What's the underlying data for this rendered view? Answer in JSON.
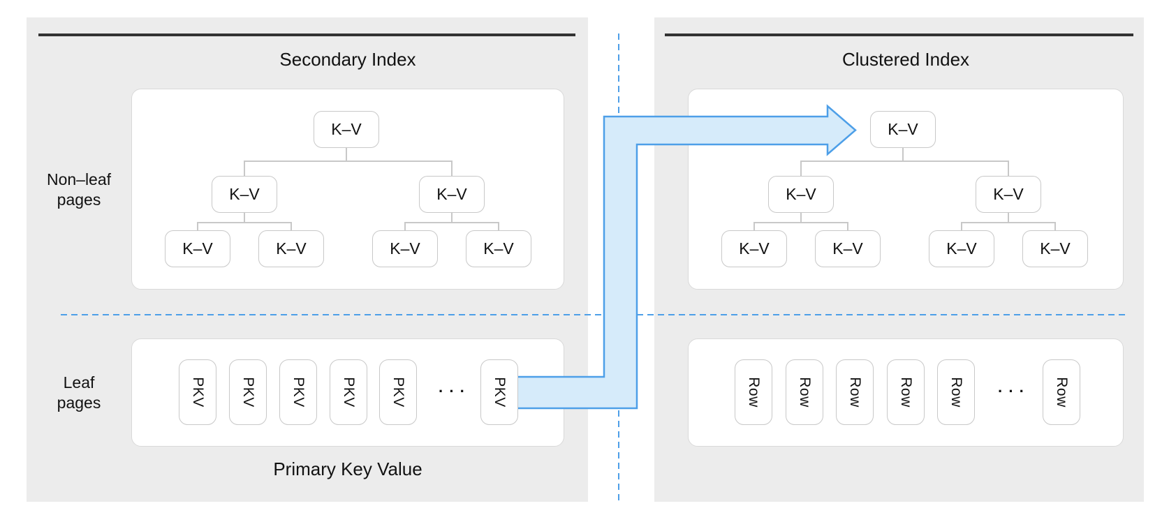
{
  "diagram": {
    "left": {
      "title": "Secondary Index",
      "side_labels": {
        "top": [
          "Non–leaf",
          "pages"
        ],
        "bottom": [
          "Leaf",
          "pages"
        ]
      },
      "tree": [
        "K–V",
        "K–V",
        "K–V",
        "K–V",
        "K–V",
        "K–V",
        "K–V"
      ],
      "leaves": [
        "PKV",
        "PKV",
        "PKV",
        "PKV",
        "PKV",
        "PKV"
      ],
      "ellipsis": "···",
      "caption": "Primary Key Value"
    },
    "right": {
      "title": "Clustered Index",
      "tree": [
        "K–V",
        "K–V",
        "K–V",
        "K–V",
        "K–V",
        "K–V",
        "K–V"
      ],
      "leaves": [
        "Row",
        "Row",
        "Row",
        "Row",
        "Row",
        "Row"
      ],
      "ellipsis": "···"
    },
    "colors": {
      "panel_bg": "#ECECEC",
      "header_rule": "#333333",
      "container_border": "#D9D9D9",
      "node_border": "#C8C8C8",
      "arrow_fill": "#D6EBFA",
      "arrow_stroke": "#4D9FE8",
      "dashed_line": "#4D9FE8",
      "text": "#111111"
    }
  }
}
